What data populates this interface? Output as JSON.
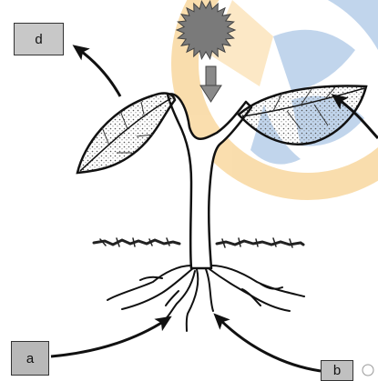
{
  "labels": {
    "d": "d",
    "a": "a",
    "b": "b"
  },
  "colors": {
    "sun": "#7a7a7a",
    "arrow": "#111111",
    "sun_arrow": "#8a8a8a",
    "label_fill": "#c4c4c4",
    "watermark_orange": "#f5c36b",
    "watermark_blue": "#8fb4de"
  },
  "icons": {
    "sun": "sun-icon",
    "light_arrow": "down-arrow-icon"
  }
}
